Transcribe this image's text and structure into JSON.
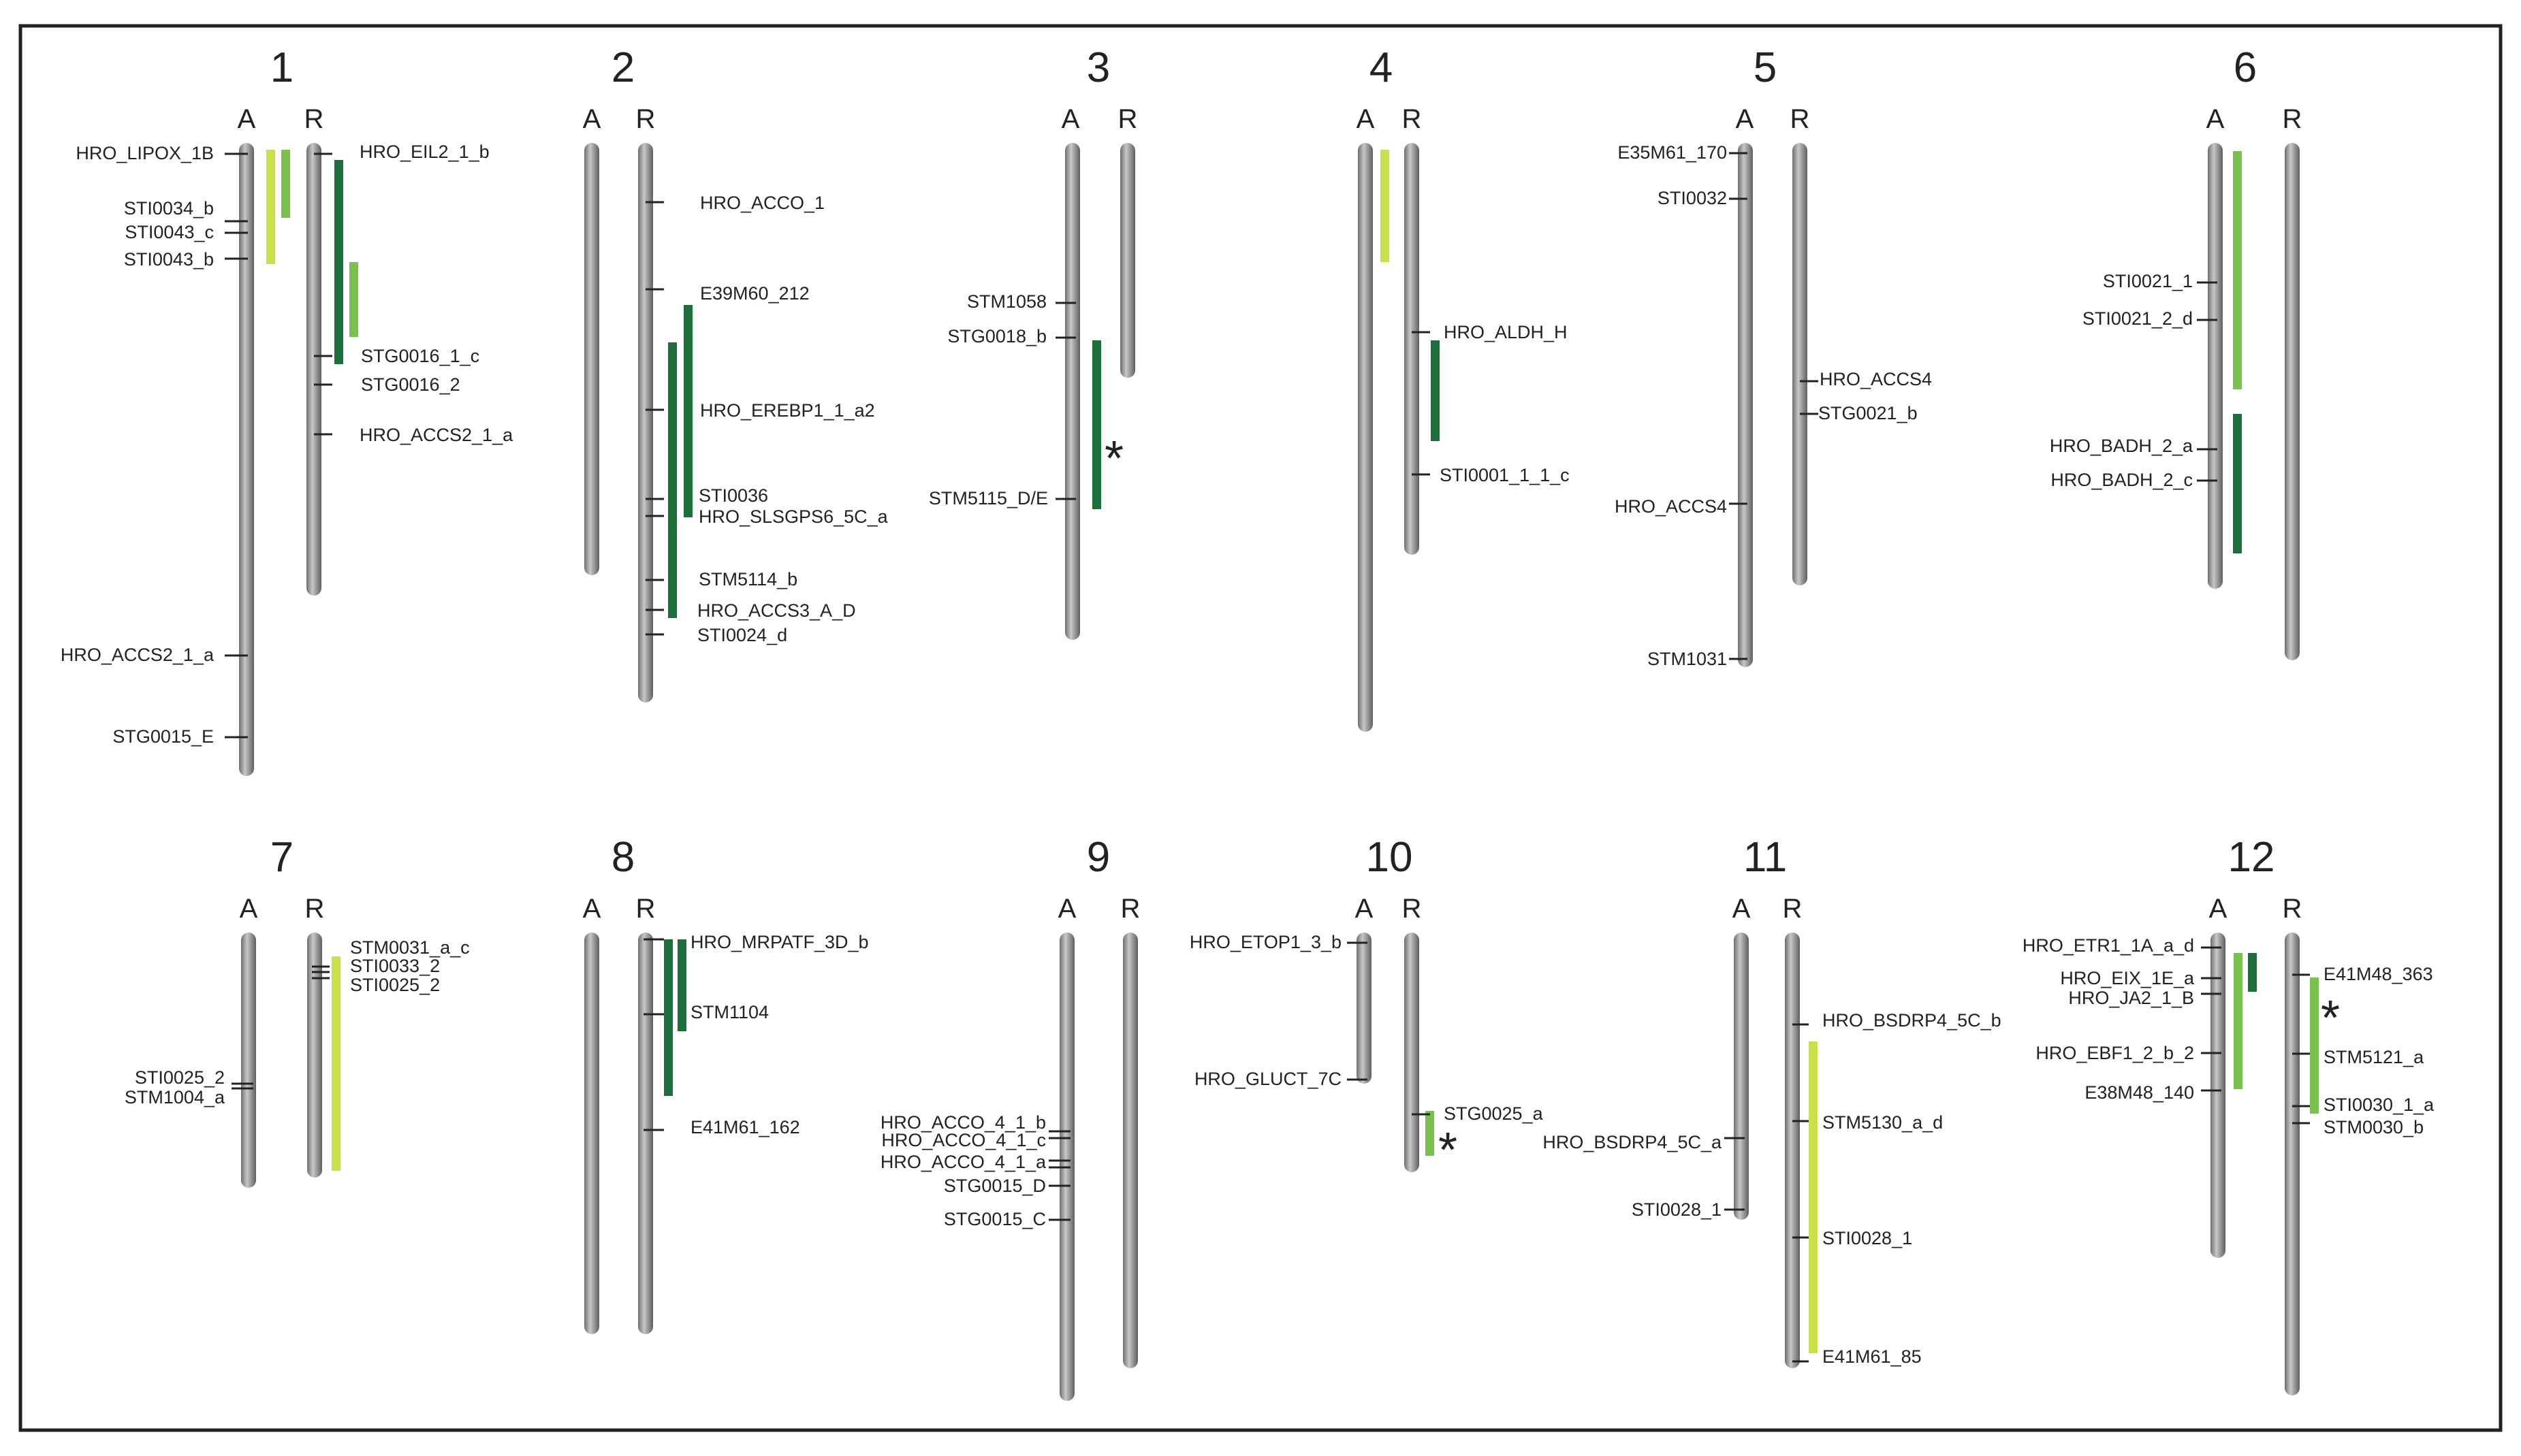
{
  "colors": {
    "chromosome": "#8c8c8c",
    "yellow_green": "#c9e04a",
    "light_green": "#79c24e",
    "dark_green": "#1c6e3a",
    "frame": "#222222"
  },
  "icons": {
    "significance": "asterisk-icon"
  },
  "chromosomes": [
    {
      "number": "1",
      "a_label": "A",
      "r_label": "R",
      "markers": [
        "HRO_LIPOX_1B",
        "STI0034_b",
        "STI0043_c",
        "STI0043_b",
        "HRO_ACCS2_1_a",
        "STG0015_E",
        "HRO_EIL2_1_b",
        "STG0016_1_c",
        "STG0016_2",
        "HRO_ACCS2_1_a"
      ]
    },
    {
      "number": "2",
      "a_label": "A",
      "r_label": "R",
      "markers": [
        "HRO_ACCO_1",
        "E39M60_212",
        "HRO_EREBP1_1_a2",
        "STI0036",
        "HRO_SLSGPS6_5C_a",
        "STM5114_b",
        "HRO_ACCS3_A_D",
        "STI0024_d"
      ]
    },
    {
      "number": "3",
      "a_label": "A",
      "r_label": "R",
      "markers": [
        "STM1058",
        "STG0018_b",
        "STM5115_D/E"
      ],
      "asterisk": "*"
    },
    {
      "number": "4",
      "a_label": "A",
      "r_label": "R",
      "markers": [
        "HRO_ALDH_H",
        "STI0001_1_1_c"
      ]
    },
    {
      "number": "5",
      "a_label": "A",
      "r_label": "R",
      "markers": [
        "E35M61_170",
        "STI0032",
        "HRO_ACCS4",
        "STM1031",
        "HRO_ACCS4",
        "STG0021_b"
      ]
    },
    {
      "number": "6",
      "a_label": "A",
      "r_label": "R",
      "markers": [
        "STI0021_1",
        "STI0021_2_d",
        "HRO_BADH_2_a",
        "HRO_BADH_2_c"
      ]
    },
    {
      "number": "7",
      "a_label": "A",
      "r_label": "R",
      "markers": [
        "STI0025_2",
        "STM1004_a",
        "STM0031_a_c",
        "STI0033_2",
        "STI0025_2"
      ]
    },
    {
      "number": "8",
      "a_label": "A",
      "r_label": "R",
      "markers": [
        "HRO_MRPATF_3D_b",
        "STM1104",
        "E41M61_162"
      ]
    },
    {
      "number": "9",
      "a_label": "A",
      "r_label": "R",
      "markers": [
        "HRO_ACCO_4_1_b",
        "HRO_ACCO_4_1_c",
        "HRO_ACCO_4_1_a",
        "STG0015_D",
        "STG0015_C"
      ]
    },
    {
      "number": "10",
      "a_label": "A",
      "r_label": "R",
      "markers": [
        "HRO_ETOP1_3_b",
        "HRO_GLUCT_7C",
        "STG0025_a"
      ],
      "asterisk": "*"
    },
    {
      "number": "11",
      "a_label": "A",
      "r_label": "R",
      "markers": [
        "HRO_BSDRP4_5C_a",
        "STI0028_1",
        "HRO_BSDRP4_5C_b",
        "STM5130_a_d",
        "STI0028_1",
        "E41M61_85"
      ]
    },
    {
      "number": "12",
      "a_label": "A",
      "r_label": "R",
      "markers": [
        "HRO_ETR1_1A_a_d",
        "HRO_EIX_1E_a",
        "HRO_JA2_1_B",
        "HRO_EBF1_2_b_2",
        "E38M48_140",
        "E41M48_363",
        "STM5121_a",
        "STI0030_1_a",
        "STM0030_b"
      ],
      "asterisk": "*"
    }
  ]
}
